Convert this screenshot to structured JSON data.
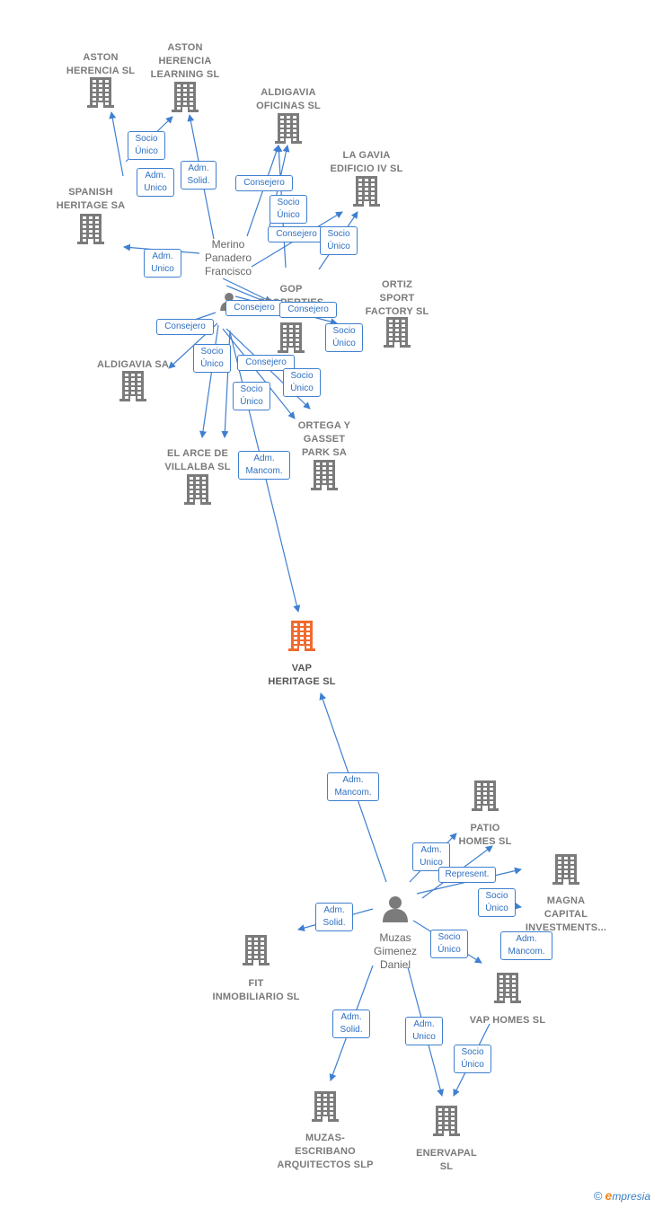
{
  "companies": [
    {
      "id": "aston-herencia",
      "label": "ASTON\nHERENCIA SL"
    },
    {
      "id": "aston-learning",
      "label": "ASTON\nHERENCIA\nLEARNING  SL"
    },
    {
      "id": "aldigavia-oficinas",
      "label": "ALDIGAVIA\nOFICINAS  SL"
    },
    {
      "id": "la-gavia",
      "label": "LA GAVIA\nEDIFICIO IV  SL"
    },
    {
      "id": "spanish-heritage",
      "label": "SPANISH\nHERITAGE SA"
    },
    {
      "id": "gop-properties",
      "label": "GOP\nPROPERTIES"
    },
    {
      "id": "ortiz-sport",
      "label": "ORTIZ\nSPORT\nFACTORY SL"
    },
    {
      "id": "aldigavia-sa",
      "label": "ALDIGAVIA SA"
    },
    {
      "id": "ortega-gasset",
      "label": "ORTEGA Y\nGASSET\nPARK SA"
    },
    {
      "id": "el-arce",
      "label": "EL ARCE DE\nVILLALBA SL"
    },
    {
      "id": "vap-heritage",
      "label": "VAP\nHERITAGE  SL",
      "main": true
    },
    {
      "id": "patio-homes",
      "label": "PATIO\nHOMES  SL"
    },
    {
      "id": "magna-capital",
      "label": "MAGNA\nCAPITAL\nINVESTMENTS..."
    },
    {
      "id": "fit-inmobiliario",
      "label": "FIT\nINMOBILIARIO SL"
    },
    {
      "id": "vap-homes",
      "label": "VAP HOMES SL"
    },
    {
      "id": "muzas-escribano",
      "label": "MUZAS-\nESCRIBANO\nARQUITECTOS SLP"
    },
    {
      "id": "enervapal",
      "label": "ENERVAPAL\nSL"
    }
  ],
  "persons": [
    {
      "id": "merino",
      "label": "Merino\nPanadero\nFrancisco"
    },
    {
      "id": "muzas",
      "label": "Muzas\nGimenez\nDaniel"
    }
  ],
  "relations": [
    {
      "id": "r1",
      "label": "Socio\nÚnico"
    },
    {
      "id": "r2",
      "label": "Adm.\nUnico"
    },
    {
      "id": "r3",
      "label": "Adm.\nSolid."
    },
    {
      "id": "r4",
      "label": "Consejero"
    },
    {
      "id": "r5",
      "label": "Socio\nÚnico"
    },
    {
      "id": "r6",
      "label": "Consejero"
    },
    {
      "id": "r7",
      "label": "Socio\nÚnico"
    },
    {
      "id": "r8",
      "label": "Adm.\nUnico"
    },
    {
      "id": "r9",
      "label": "Consejero"
    },
    {
      "id": "r10",
      "label": "Consejero"
    },
    {
      "id": "r11",
      "label": "Socio\nÚnico"
    },
    {
      "id": "r12",
      "label": "Consejero"
    },
    {
      "id": "r13",
      "label": "Socio\nÚnico"
    },
    {
      "id": "r14",
      "label": "Consejero"
    },
    {
      "id": "r15",
      "label": "Socio\nÚnico"
    },
    {
      "id": "r16",
      "label": "Socio\nÚnico"
    },
    {
      "id": "r17",
      "label": "Adm.\nMancom."
    },
    {
      "id": "r18",
      "label": "Adm.\nMancom."
    },
    {
      "id": "r19",
      "label": "Adm.\nUnico"
    },
    {
      "id": "r20",
      "label": "Represent."
    },
    {
      "id": "r21",
      "label": "Socio\nÚnico"
    },
    {
      "id": "r22",
      "label": "Adm.\nSolid."
    },
    {
      "id": "r23",
      "label": "Socio\nÚnico"
    },
    {
      "id": "r24",
      "label": "Adm.\nMancom."
    },
    {
      "id": "r25",
      "label": "Adm.\nSolid."
    },
    {
      "id": "r26",
      "label": "Adm.\nUnico"
    },
    {
      "id": "r27",
      "label": "Socio\nÚnico"
    }
  ],
  "colors": {
    "edge": "#3f7fd0",
    "building": "#7b7b7b",
    "main_building": "#f26a2e",
    "person": "#7b7b7b"
  },
  "footer": {
    "copyright": "©",
    "brand_first": "e",
    "brand_rest": "mpresia"
  }
}
